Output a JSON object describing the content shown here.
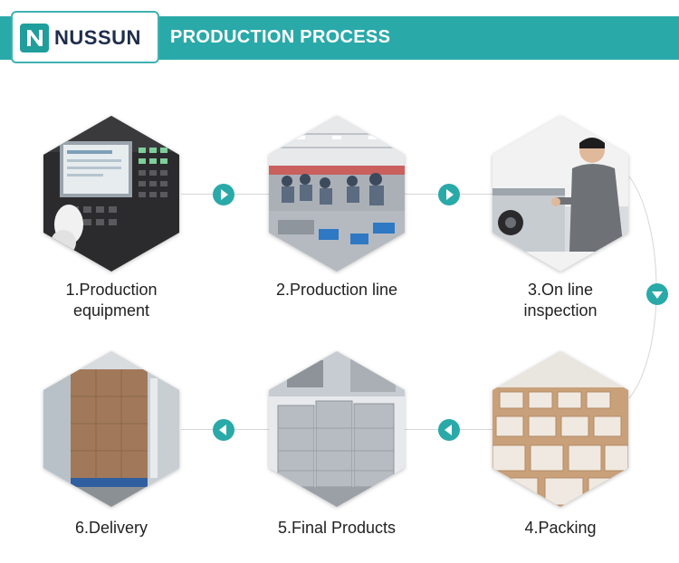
{
  "brand": {
    "logo_text": "NUSSUN",
    "banner_title": "PRODUCTION PROCESS"
  },
  "colors": {
    "accent": "#2aa9a9",
    "logo_text": "#1f2d4c",
    "caption_text": "#222222"
  },
  "steps": [
    {
      "line1": "1.Production",
      "line2": "equipment",
      "image": "control-panel-photo"
    },
    {
      "line1": "2.Production line",
      "line2": "",
      "image": "factory-floor-photo"
    },
    {
      "line1": "3.On line",
      "line2": "inspection",
      "image": "inspection-worker-photo"
    },
    {
      "line1": "4.Packing",
      "line2": "",
      "image": "carton-boxes-photo"
    },
    {
      "line1": "5.Final Products",
      "line2": "",
      "image": "stacked-products-photo"
    },
    {
      "line1": "6.Delivery",
      "line2": "",
      "image": "truck-loading-photo"
    }
  ],
  "icons": {
    "arrow_right": "arrow-right-icon",
    "arrow_left": "arrow-left-icon",
    "arrow_down": "arrow-down-icon"
  }
}
